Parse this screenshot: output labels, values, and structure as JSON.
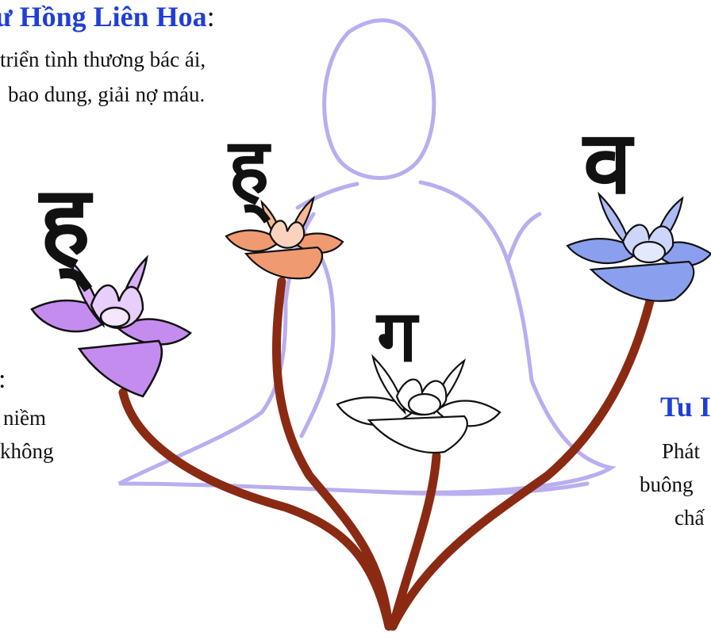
{
  "top_left": {
    "heading": "ư Hồng Liên Hoa",
    "colon": ":",
    "line1": "triển tình thương bác ái,",
    "line2": "bao dung, giải nợ máu."
  },
  "middle_left": {
    "colon": ":",
    "line1": "niềm",
    "line2": "không"
  },
  "right": {
    "heading": "Tu I",
    "line1": "Phát",
    "line2": "buông",
    "line3": "chấ"
  },
  "syllables": {
    "purple": "ह्",
    "orange": "ह्",
    "white": "ग",
    "blue": "व"
  },
  "colors": {
    "accent_blue": "#1f3fd6",
    "stem": "#8b2a13",
    "silhouette": "#b9aef0",
    "lotus_purple": "#c58cf0",
    "lotus_orange": "#f09a72",
    "lotus_blue": "#8aa0ef"
  }
}
